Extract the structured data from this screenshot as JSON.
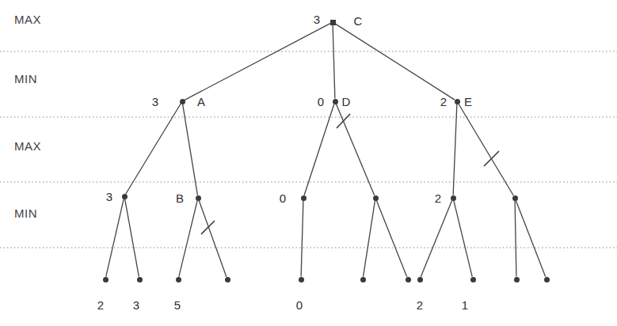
{
  "diagram": {
    "nodes": [
      {
        "text": [
          "3",
          "C"
        ]
      },
      {
        "text": [
          "3",
          "A"
        ]
      },
      {
        "text": [
          "0",
          "D"
        ]
      },
      {
        "text": [
          "2",
          "E"
        ]
      },
      {
        "text": [
          "3"
        ]
      },
      {
        "text": [
          "B"
        ]
      },
      {
        "text": [
          "0"
        ]
      },
      {
        "text": []
      },
      {
        "text": [
          "2"
        ]
      },
      {
        "text": []
      },
      {
        "text": [
          "2"
        ]
      },
      {
        "text": [
          "3"
        ]
      },
      {
        "text": [
          "5"
        ]
      },
      {
        "text": []
      },
      {
        "text": [
          "0"
        ]
      },
      {
        "text": []
      },
      {
        "text": []
      },
      {
        "text": [
          "2"
        ]
      },
      {
        "text": [
          "1"
        ]
      },
      {
        "text": []
      },
      {
        "text": []
      }
    ],
    "edges": [
      {
        "from": 0,
        "to": 1,
        "arrow": "none"
      },
      {
        "from": 0,
        "to": 2,
        "arrow": "none"
      },
      {
        "from": 0,
        "to": 3,
        "arrow": "none"
      },
      {
        "from": 1,
        "to": 4,
        "arrow": "none"
      },
      {
        "from": 1,
        "to": 5,
        "arrow": "none"
      },
      {
        "from": 2,
        "to": 6,
        "arrow": "none"
      },
      {
        "from": 2,
        "to": 7,
        "arrow": "none"
      },
      {
        "from": 3,
        "to": 8,
        "arrow": "none"
      },
      {
        "from": 3,
        "to": 9,
        "arrow": "none"
      },
      {
        "from": 4,
        "to": 10,
        "arrow": "none"
      },
      {
        "from": 4,
        "to": 11,
        "arrow": "none"
      },
      {
        "from": 5,
        "to": 12,
        "arrow": "none"
      },
      {
        "from": 5,
        "to": 13,
        "arrow": "none"
      },
      {
        "from": 6,
        "to": 14,
        "arrow": "none"
      },
      {
        "from": 7,
        "to": 15,
        "arrow": "none"
      },
      {
        "from": 7,
        "to": 16,
        "arrow": "none"
      },
      {
        "from": 8,
        "to": 17,
        "arrow": "none"
      },
      {
        "from": 8,
        "to": 18,
        "arrow": "none"
      },
      {
        "from": 9,
        "to": 19,
        "arrow": "none"
      },
      {
        "from": 9,
        "to": 20,
        "arrow": "none"
      }
    ],
    "labels": [
      "MAX",
      "MIN",
      "MAX",
      "MIN"
    ]
  }
}
